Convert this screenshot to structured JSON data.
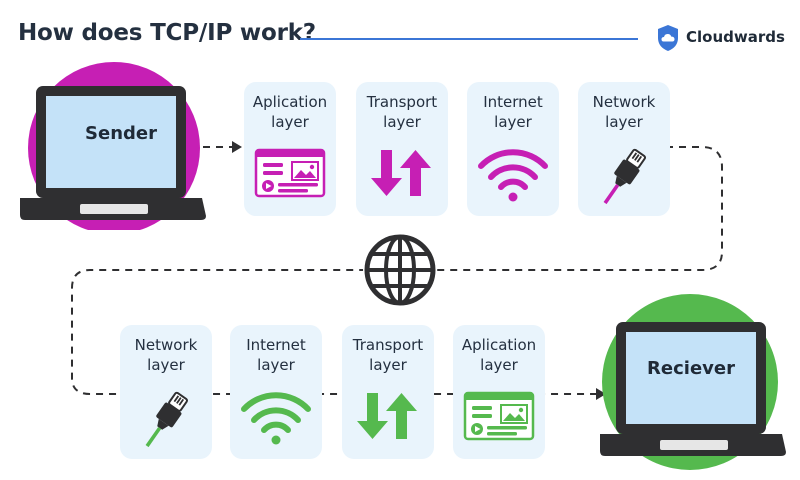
{
  "title": "How does TCP/IP work?",
  "brand": {
    "name": "Cloudwards",
    "logo_icon": "cloud-shield-icon"
  },
  "colors": {
    "accent_blue": "#3b76d6",
    "sender_magenta": "#c61fb4",
    "receiver_green": "#55b94e",
    "card_bg": "#e9f4fc",
    "dark": "#2f2f31"
  },
  "sender": {
    "label": "Sender"
  },
  "receiver": {
    "label": "Reciever"
  },
  "network_icon": "globe-icon",
  "send_layers": [
    {
      "line1": "Aplication",
      "line2": "layer",
      "icon": "application-window-icon"
    },
    {
      "line1": "Transport",
      "line2": "layer",
      "icon": "up-down-arrows-icon"
    },
    {
      "line1": "Internet",
      "line2": "layer",
      "icon": "wifi-icon"
    },
    {
      "line1": "Network",
      "line2": "layer",
      "icon": "network-cable-icon"
    }
  ],
  "receive_layers": [
    {
      "line1": "Network",
      "line2": "layer",
      "icon": "network-cable-icon"
    },
    {
      "line1": "Internet",
      "line2": "layer",
      "icon": "wifi-icon"
    },
    {
      "line1": "Transport",
      "line2": "layer",
      "icon": "up-down-arrows-icon"
    },
    {
      "line1": "Aplication",
      "line2": "layer",
      "icon": "application-window-icon"
    }
  ]
}
